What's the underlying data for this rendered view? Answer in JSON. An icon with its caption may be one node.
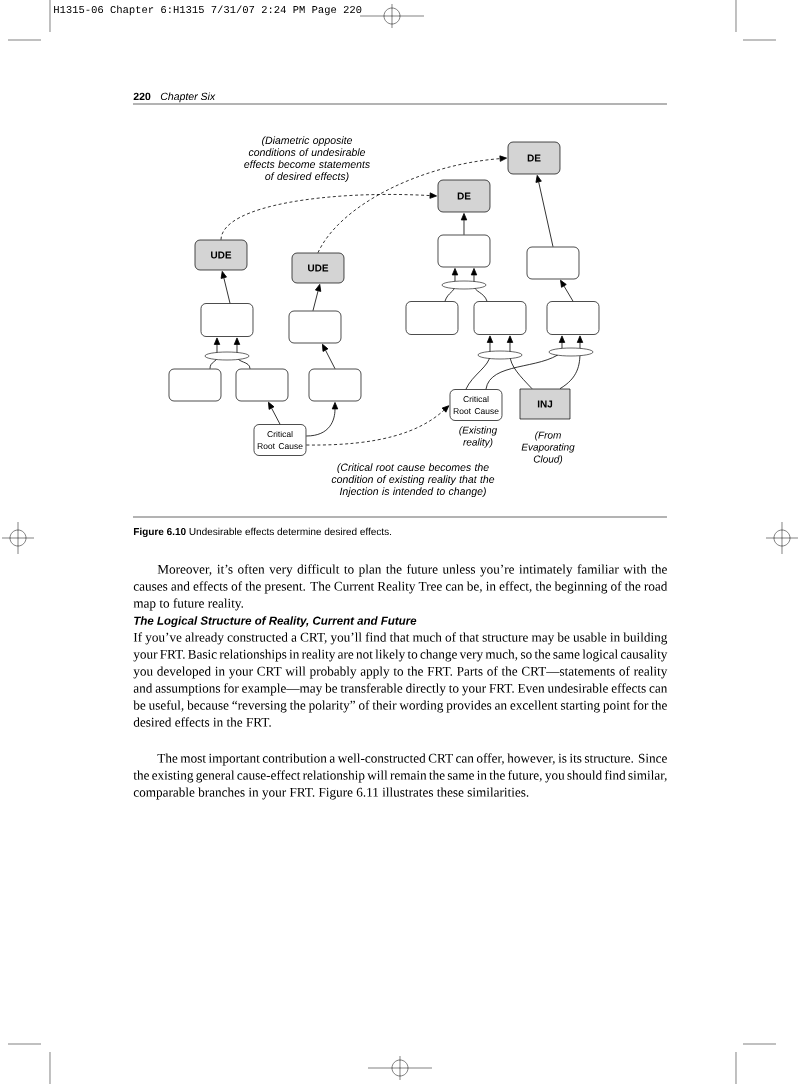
{
  "diagram": {
    "caption": "**Figure 6.10**    Undesirable effects determine desired effects.",
    "nodes": [
      {
        "text": [
          "DE"
        ]
      },
      {
        "text": [
          "DE"
        ]
      },
      {
        "text": [
          "UDE"
        ]
      },
      {
        "text": [],
        "shape": "box"
      },
      {
        "text": [],
        "shape": "box"
      },
      {
        "text": [
          "UDE"
        ]
      },
      {
        "text": [],
        "shape": "box"
      },
      {
        "text": [],
        "shape": "box"
      },
      {
        "text": [],
        "shape": "box"
      },
      {
        "text": [],
        "shape": "box"
      },
      {
        "text": [],
        "shape": "box"
      },
      {
        "text": [],
        "shape": "box"
      },
      {
        "text": [],
        "shape": "box"
      },
      {
        "text": [],
        "shape": "box"
      },
      {
        "text": [
          "Critical Root Cause"
        ],
        "beside": [
          "(Existing reality)"
        ]
      },
      {
        "text": [
          "INJ"
        ],
        "beside": [
          "(From Evaporating Cloud)"
        ]
      },
      {
        "text": [
          "Critical Root Cause"
        ]
      }
    ],
    "edges": [
      {
        "from": 11,
        "to": 6,
        "arrow": "to"
      },
      {
        "from": 12,
        "to": 6,
        "arrow": "to"
      },
      {
        "from": 13,
        "to": 7,
        "arrow": "to"
      },
      {
        "from": 16,
        "to": 12,
        "arrow": "to"
      },
      {
        "from": 16,
        "to": 13,
        "arrow": "to"
      },
      {
        "from": 6,
        "to": 2,
        "arrow": "to"
      },
      {
        "from": 7,
        "to": 5,
        "arrow": "to"
      },
      {
        "from": 8,
        "to": 3,
        "arrow": "to"
      },
      {
        "from": 9,
        "to": 3,
        "arrow": "to"
      },
      {
        "from": 3,
        "to": 1,
        "arrow": "to"
      },
      {
        "from": 10,
        "to": 4,
        "arrow": "to"
      },
      {
        "from": 4,
        "to": 0,
        "arrow": "to"
      },
      {
        "from": 14,
        "to": 9,
        "arrow": "to"
      },
      {
        "from": 15,
        "to": 9,
        "arrow": "to"
      },
      {
        "from": 14,
        "to": 10,
        "arrow": "to"
      },
      {
        "from": 15,
        "to": 10,
        "arrow": "to"
      },
      {
        "from": 2,
        "to": 1,
        "arrow": "to",
        "style": "dashed"
      },
      {
        "from": 5,
        "to": 0,
        "arrow": "to",
        "style": "dashed"
      },
      {
        "from": 16,
        "to": 14,
        "arrow": "to",
        "style": "dashed"
      }
    ],
    "labels": [
      "H1315-06 Chapter 6:H1315  7/31/07  2:24 PM  Page 220",
      "220",
      "Chapter Six",
      "(Diametric opposite conditions of undesirable effects become statements of desired effects)",
      "(Critical root cause becomes the condition of existing reality that the Injection is intended to change)",
      "Moreover, it’s often very difficult to plan the future unless you’re intimately familiar with the causes and effects of the present. The Current Reality Tree can be, in effect, the beginning of the road map to future reality.",
      "The Logical Structure of Reality, Current and Future",
      "If you’ve already constructed a CRT, you’ll find that much of that structure may be usable in building your FRT. Basic relationships in reality are not likely to change very much, so the same logical causality you developed in your CRT will probably apply to the FRT. Parts of the CRT—statements of reality and assumptions for example—may be transferable directly to your FRT. Even undesirable effects can be useful, because “reversing the polarity” of their wording provides an excellent starting point for the desired effects in the FRT.",
      "The most important contribution a well-constructed CRT can offer, however, is its structure. Since the existing general cause-effect relationship will remain the same in the future, you should find similar, comparable branches in your FRT. Figure 6.11 illustrates these similarities."
    ]
  }
}
